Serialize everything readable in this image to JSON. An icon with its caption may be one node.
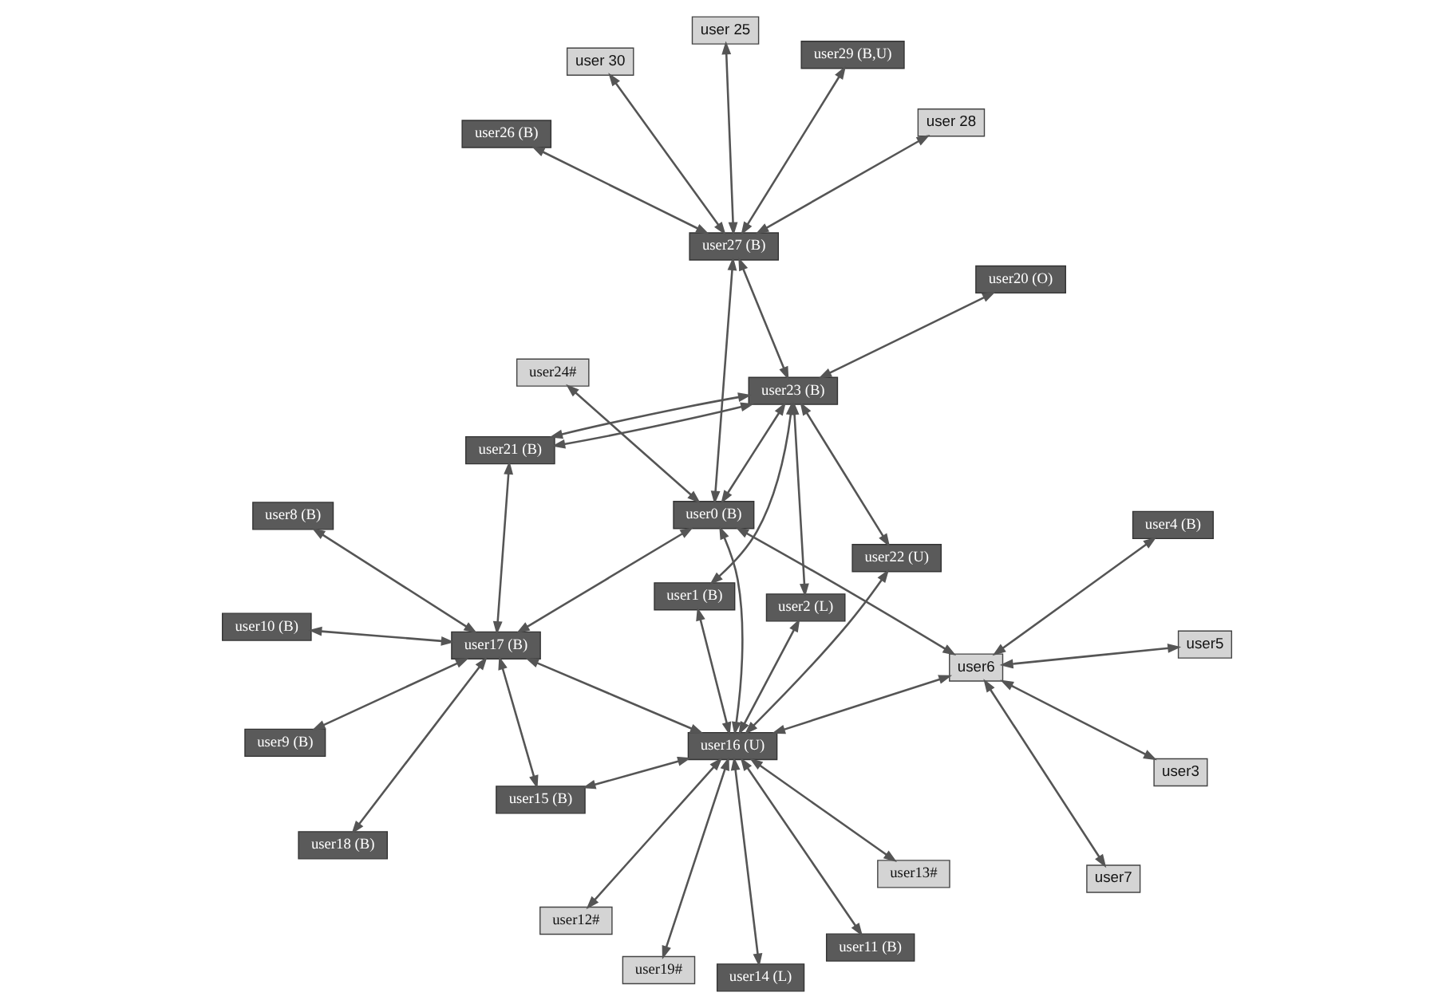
{
  "diagram": {
    "nodes": [
      {
        "text": [
          "user10 (B)"
        ]
      },
      {
        "text": [
          "user11 (B)"
        ]
      },
      {
        "text": [
          "user9 (B)"
        ]
      },
      {
        "text": [
          "user12#"
        ]
      },
      {
        "text": [
          "user13#"
        ]
      },
      {
        "text": [
          "user8 (B)"
        ]
      },
      {
        "text": [
          "user19#"
        ]
      },
      {
        "text": [
          "user18 (B)"
        ]
      },
      {
        "text": [
          "user17 (B)"
        ]
      },
      {
        "text": [
          "user16 (U)"
        ]
      },
      {
        "text": [
          "user14 (L)"
        ]
      },
      {
        "text": [
          "user7"
        ]
      },
      {
        "text": [
          "user15 (B)"
        ]
      },
      {
        "text": [
          "user0 (B)"
        ]
      },
      {
        "text": [
          "user 25"
        ]
      },
      {
        "text": [
          "user5"
        ]
      },
      {
        "text": [
          "user6"
        ]
      },
      {
        "text": [
          "user24#"
        ]
      },
      {
        "text": [
          "user1 (B)"
        ]
      },
      {
        "text": [
          "user27 (B)"
        ]
      },
      {
        "text": [
          "user26 (B)"
        ]
      },
      {
        "text": [
          "user3"
        ]
      },
      {
        "text": [
          "user4 (B)"
        ]
      },
      {
        "text": [
          "user23 (B)"
        ]
      },
      {
        "text": [
          "user2 (L)"
        ]
      },
      {
        "text": [
          "user 28"
        ]
      },
      {
        "text": [
          "user29 (B,U)"
        ]
      },
      {
        "text": [
          "user 30"
        ]
      },
      {
        "text": [
          "user21 (B)"
        ]
      },
      {
        "text": [
          "user20 (O)"
        ]
      },
      {
        "text": [
          "user22 (U)"
        ]
      }
    ],
    "edges": [
      {
        "from": 8,
        "to": 0,
        "arrow": "both"
      },
      {
        "from": 8,
        "to": 2,
        "arrow": "both"
      },
      {
        "from": 8,
        "to": 5,
        "arrow": "both"
      },
      {
        "from": 8,
        "to": 7,
        "arrow": "both"
      },
      {
        "from": 9,
        "to": 8,
        "arrow": "both"
      },
      {
        "from": 8,
        "to": 12,
        "arrow": "both"
      },
      {
        "from": 8,
        "to": 13,
        "arrow": "both"
      },
      {
        "from": 28,
        "to": 8,
        "arrow": "both"
      },
      {
        "from": 9,
        "to": 1,
        "arrow": "both"
      },
      {
        "from": 9,
        "to": 3,
        "arrow": "both"
      },
      {
        "from": 9,
        "to": 4,
        "arrow": "both"
      },
      {
        "from": 9,
        "to": 6,
        "arrow": "both"
      },
      {
        "from": 9,
        "to": 10,
        "arrow": "both"
      },
      {
        "from": 9,
        "to": 12,
        "arrow": "both"
      },
      {
        "from": 9,
        "to": 13,
        "arrow": "both"
      },
      {
        "from": 9,
        "to": 16,
        "arrow": "both"
      },
      {
        "from": 9,
        "to": 18,
        "arrow": "both"
      },
      {
        "from": 9,
        "to": 24,
        "arrow": "both"
      },
      {
        "from": 9,
        "to": 30,
        "arrow": "both"
      },
      {
        "from": 16,
        "to": 11,
        "arrow": "both"
      },
      {
        "from": 16,
        "to": 15,
        "arrow": "both"
      },
      {
        "from": 16,
        "to": 21,
        "arrow": "both"
      },
      {
        "from": 16,
        "to": 22,
        "arrow": "both"
      },
      {
        "from": 13,
        "to": 16,
        "arrow": "both"
      },
      {
        "from": 13,
        "to": 17,
        "arrow": "both"
      },
      {
        "from": 13,
        "to": 23,
        "arrow": "both"
      },
      {
        "from": 13,
        "to": 19,
        "arrow": "both"
      },
      {
        "from": 23,
        "to": 18,
        "arrow": "both"
      },
      {
        "from": 23,
        "to": 19,
        "arrow": "both"
      },
      {
        "from": 23,
        "to": 24,
        "arrow": "both"
      },
      {
        "from": 28,
        "to": 23,
        "arrow": "both"
      },
      {
        "from": 23,
        "to": 28,
        "arrow": "both"
      },
      {
        "from": 23,
        "to": 29,
        "arrow": "both"
      },
      {
        "from": 23,
        "to": 30,
        "arrow": "both"
      },
      {
        "from": 19,
        "to": 14,
        "arrow": "both"
      },
      {
        "from": 19,
        "to": 20,
        "arrow": "both"
      },
      {
        "from": 19,
        "to": 25,
        "arrow": "both"
      },
      {
        "from": 19,
        "to": 26,
        "arrow": "both"
      },
      {
        "from": 19,
        "to": 27,
        "arrow": "both"
      }
    ]
  }
}
